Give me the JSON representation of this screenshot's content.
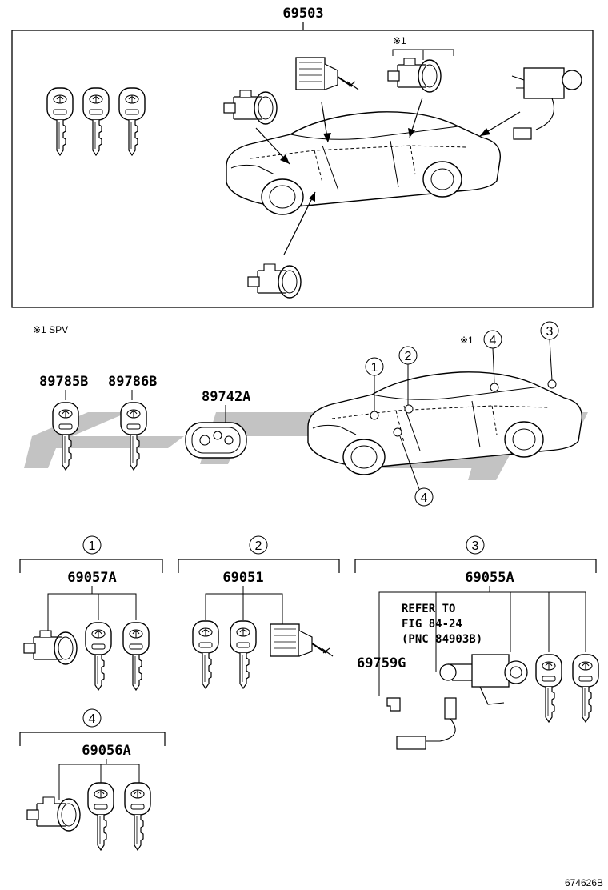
{
  "top_group": {
    "part_number": "69503",
    "spv_marker": "※1"
  },
  "footnote": "※1 SPV",
  "keys_section": {
    "key_a": "89785B",
    "key_b": "89786B",
    "transmitter": "89742A"
  },
  "location_callouts": {
    "c1": "1",
    "c2": "2",
    "c3": "3",
    "c4_top": "4",
    "c4_bottom": "4",
    "spv_marker": "※1"
  },
  "groups": [
    {
      "index": "1",
      "part_number": "69057A"
    },
    {
      "index": "2",
      "part_number": "69051"
    },
    {
      "index": "3",
      "part_number": "69055A"
    },
    {
      "index": "4",
      "part_number": "69056A"
    }
  ],
  "group3_extra": {
    "part_number": "69759G",
    "refer_line1": "REFER TO",
    "refer_line2": "FIG 84-24",
    "refer_line3": "(PNC 84903B)"
  },
  "drawing_id": "674626B",
  "colors": {
    "line": "#000000",
    "watermark": "#bdbdbd",
    "background": "#ffffff"
  }
}
